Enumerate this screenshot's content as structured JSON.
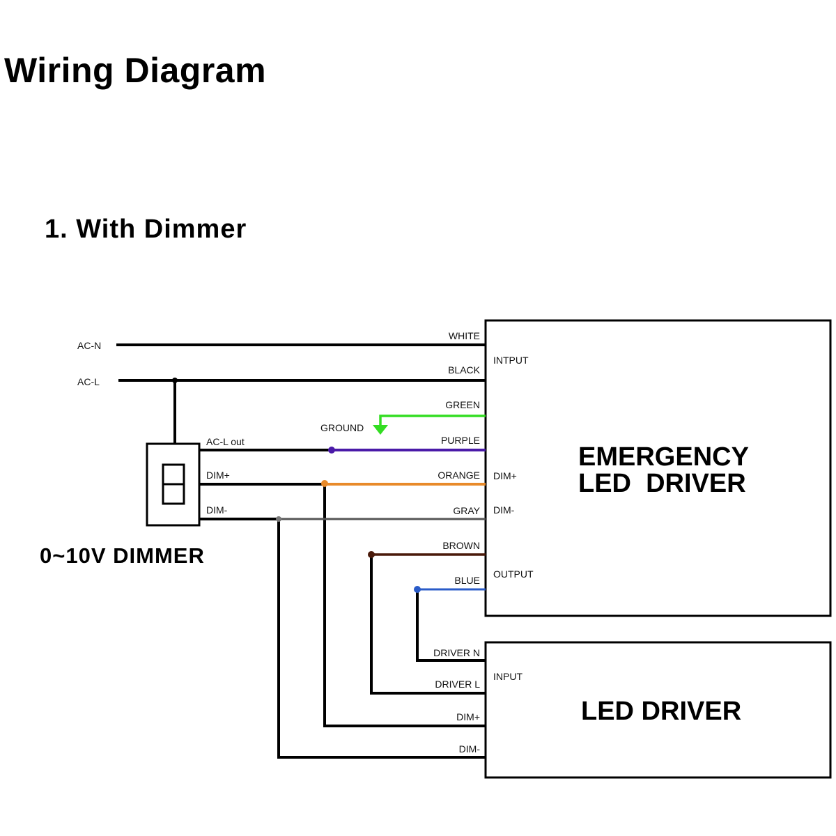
{
  "title": "Wiring Diagram",
  "section": "1. With Dimmer",
  "colors": {
    "black": "#000000",
    "green": "#33dd22",
    "purple": "#4a1aa8",
    "orange": "#e88a2a",
    "gray": "#666666",
    "brown": "#4a1a0a",
    "blue": "#2a5bc8"
  },
  "sources": {
    "ac_n": "AC-N",
    "ac_l": "AC-L"
  },
  "dimmer": {
    "name": "0~10V DIMMER",
    "terminals": {
      "acl_out": "AC-L out",
      "dim_plus": "DIM+",
      "dim_minus": "DIM-"
    }
  },
  "ground_label": "GROUND",
  "emergency_driver": {
    "name_line1": "EMERGENCY",
    "name_line2": "LED  DRIVER",
    "ports": {
      "input": "INTPUT",
      "dim_plus": "DIM+",
      "dim_minus": "DIM-",
      "output": "OUTPUT"
    },
    "wires": [
      "WHITE",
      "BLACK",
      "GREEN",
      "PURPLE",
      "ORANGE",
      "GRAY",
      "BROWN",
      "BLUE"
    ]
  },
  "led_driver": {
    "name": "LED DRIVER",
    "ports": {
      "input": "INPUT"
    },
    "wires": [
      "DRIVER N",
      "DRIVER L",
      "DIM+",
      "DIM-"
    ]
  }
}
